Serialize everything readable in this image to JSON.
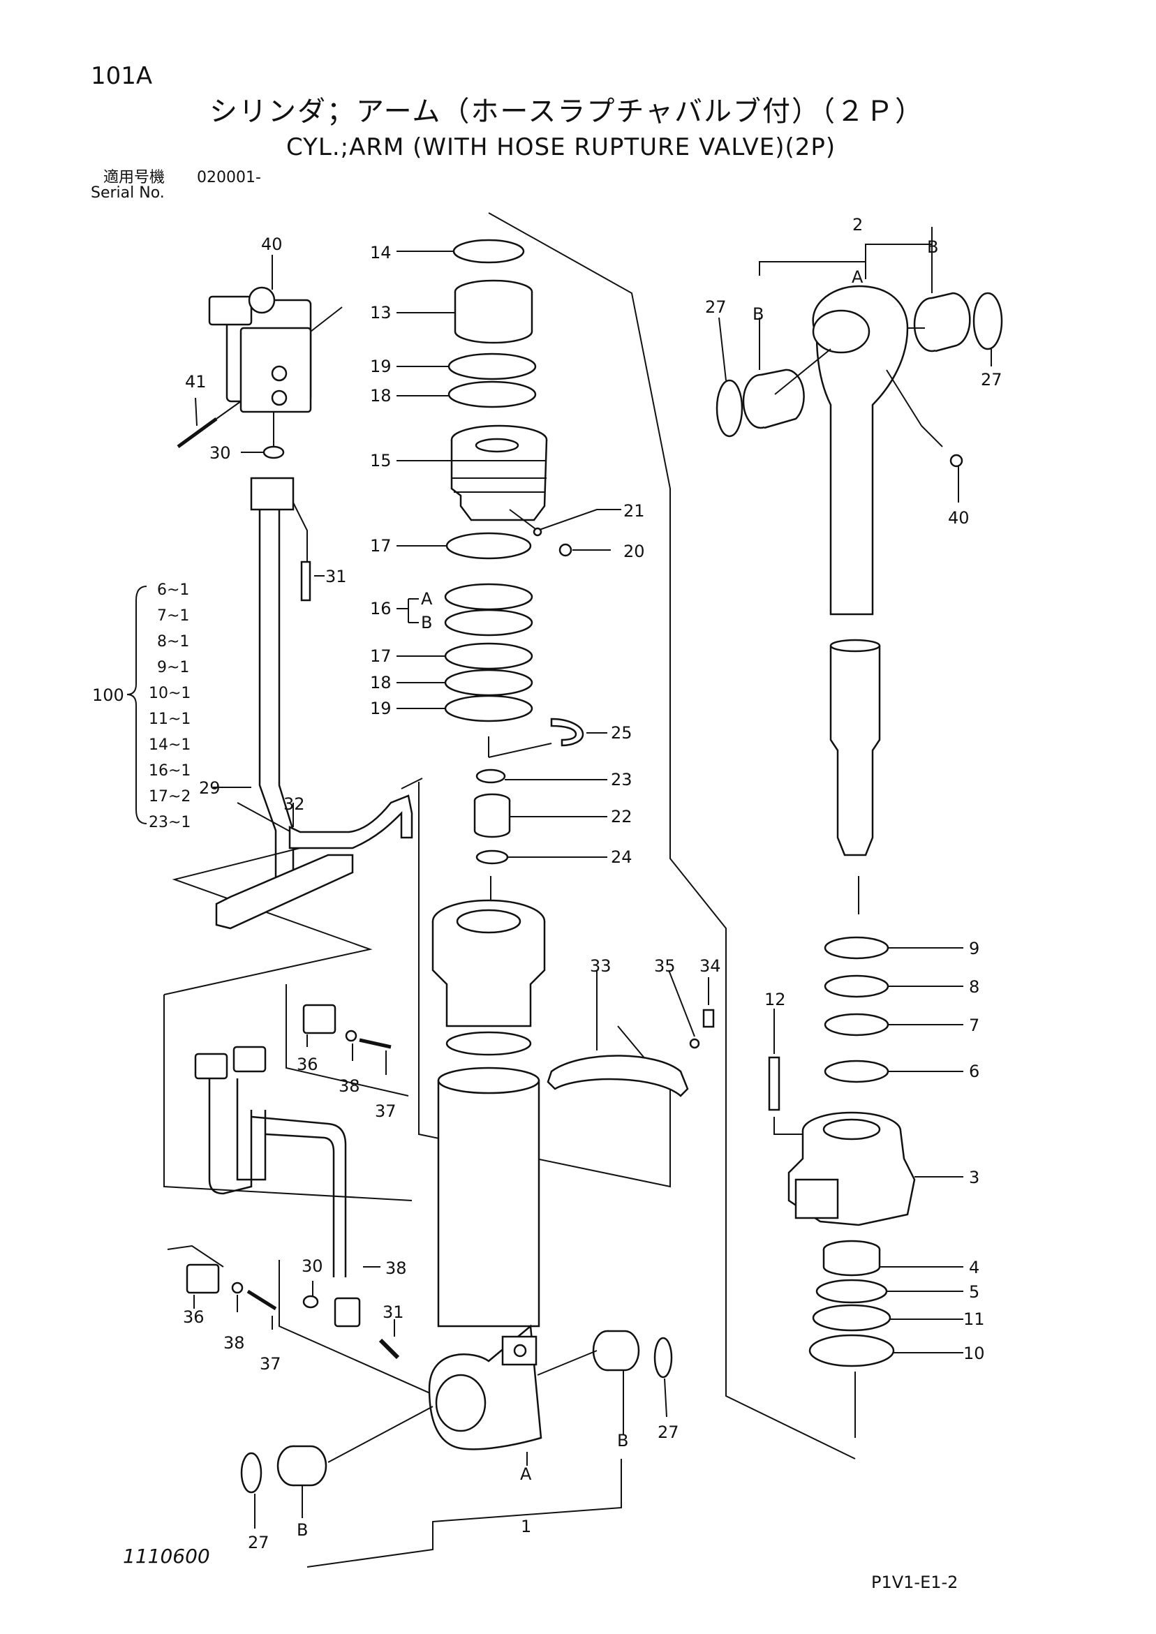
{
  "header": {
    "page_code": "101A",
    "title_jp": "シリンダ；アーム（ホースラプチャバルブ付）（２Ｐ）",
    "title_en": "CYL.;ARM (WITH HOSE RUPTURE VALVE)(2P)",
    "serial_label_jp": "適用号機",
    "serial_from": "020001-",
    "serial_label_en": "Serial No."
  },
  "footer": {
    "drawing_number": "1110600",
    "page_ref": "P1V1-E1-2"
  },
  "callouts": {
    "c1": "1",
    "c2": "2",
    "c3": "3",
    "c4": "4",
    "c5": "5",
    "c6": "6",
    "c7": "7",
    "c8": "8",
    "c9": "9",
    "c10": "10",
    "c11": "11",
    "c12": "12",
    "c13": "13",
    "c14": "14",
    "c15": "15",
    "c16": "16",
    "c16a": "A",
    "c16b": "B",
    "c17a": "17",
    "c17b": "17",
    "c18a": "18",
    "c18b": "18",
    "c19a": "19",
    "c19b": "19",
    "c20": "20",
    "c21": "21",
    "c22": "22",
    "c23": "23",
    "c24": "24",
    "c25": "25",
    "c27a": "27",
    "c27b": "27",
    "c27c": "27",
    "c27d": "27",
    "c29": "29",
    "c30a": "30",
    "c30b": "30",
    "c31a": "31",
    "c31b": "31",
    "c32": "32",
    "c33": "33",
    "c34": "34",
    "c35": "35",
    "c36a": "36",
    "c36b": "36",
    "c37a": "37",
    "c37b": "37",
    "c38a": "38",
    "c38b": "38",
    "c38c": "38",
    "c40a": "40",
    "c40b": "40",
    "c41": "41",
    "rodA": "A",
    "rodB1": "B",
    "rodB2": "B",
    "tubeA": "A",
    "tubeB1": "B",
    "tubeB2": "B"
  },
  "kit_100": {
    "label": "100",
    "items": [
      "6~1",
      "7~1",
      "8~1",
      "9~1",
      "10~1",
      "11~1",
      "14~1",
      "16~1",
      "17~2",
      "23~1"
    ]
  }
}
